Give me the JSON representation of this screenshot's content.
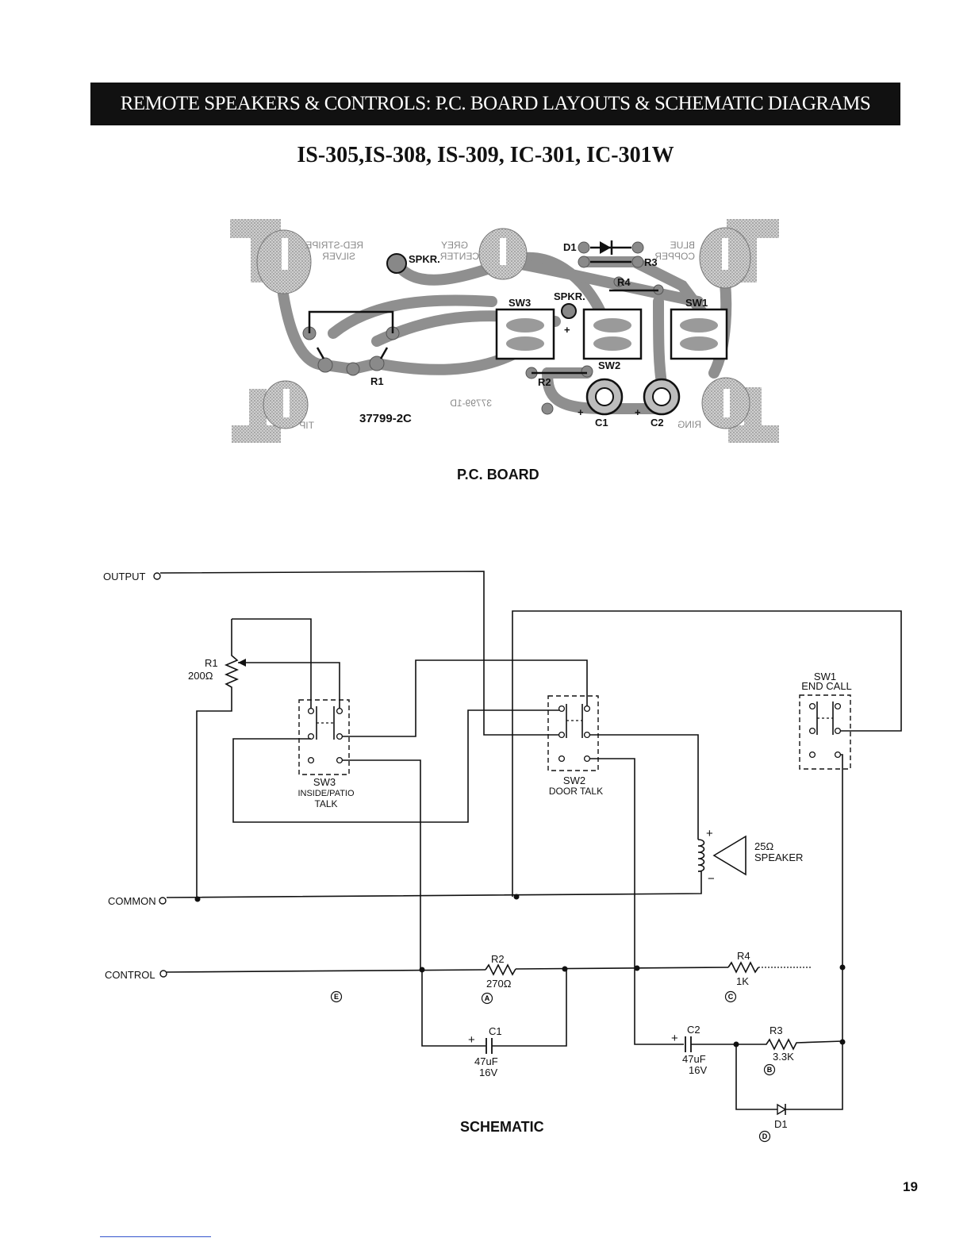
{
  "header": {
    "banner": "REMOTE SPEAKERS & CONTROLS: P.C. BOARD LAYOUTS & SCHEMATIC DIAGRAMS",
    "models": "IS-305,IS-308, IS-309, IC-301, IC-301W"
  },
  "pcb": {
    "caption": "P.C. BOARD",
    "labels": {
      "spkr_left": "SPKR.",
      "spkr_center": "SPKR.",
      "d1": "D1",
      "r3": "R3",
      "r4": "R4",
      "sw3": "SW3",
      "sw1": "SW1",
      "sw2": "SW2",
      "r1": "R1",
      "r2": "R2",
      "c1": "C1",
      "c2": "C2",
      "plus1": "+",
      "plus2": "+",
      "plus3": "+",
      "board_number": "37799-2C"
    },
    "mirrored": {
      "red_stripe": "RED-STRIPE",
      "silver": "SILVER",
      "grey": "GREY",
      "center": "CENTER",
      "blue": "BLUE",
      "copper": "COPPER",
      "tip": "TIP",
      "ring": "RING",
      "board_number_back": "37799-1D"
    }
  },
  "schematic": {
    "caption": "SCHEMATIC",
    "labels": {
      "output": "OUTPUT",
      "common": "COMMON",
      "control": "CONTROL",
      "r1": "R1",
      "r1_value": "200Ω",
      "sw3": "SW3",
      "sw3_desc1": "INSIDE/PATIO",
      "sw3_desc2": "TALK",
      "sw2": "SW2",
      "sw2_desc": "DOOR TALK",
      "sw1": "SW1",
      "sw1_desc": "END CALL",
      "speaker_value": "25Ω",
      "speaker": "SPEAKER",
      "spk_plus": "+",
      "spk_minus": "−",
      "r2": "R2",
      "r2_value": "270Ω",
      "r4": "R4",
      "r4_value": "1K",
      "c1": "C1",
      "c1_value": "47uF",
      "c1_volt": "16V",
      "c1_plus": "+",
      "c2": "C2",
      "c2_value": "47uF",
      "c2_volt": "16V",
      "c2_plus": "+",
      "r3": "R3",
      "r3_value": "3.3K",
      "d1": "D1"
    },
    "markers": {
      "e": "E",
      "a": "A",
      "c": "C",
      "b": "B",
      "d": "D"
    }
  },
  "page_number": "19"
}
